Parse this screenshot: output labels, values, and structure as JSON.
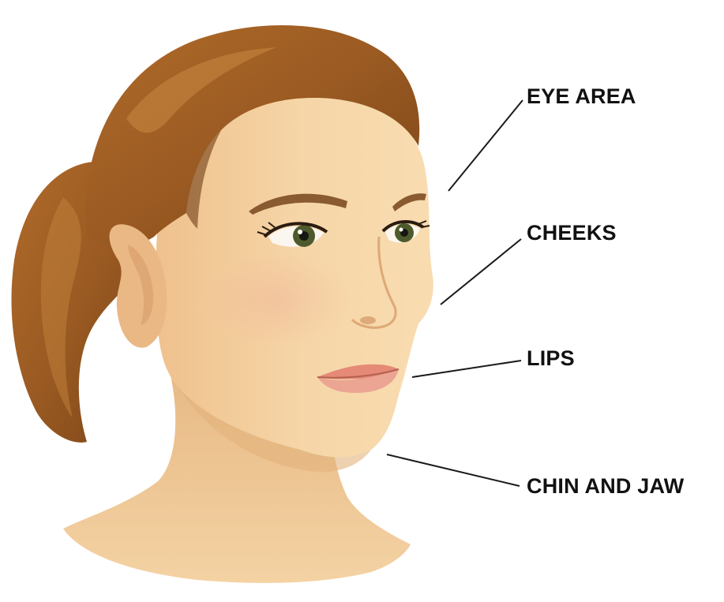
{
  "labels": {
    "eye_area": "EYE AREA",
    "cheeks": "CHEEKS",
    "lips": "LIPS",
    "chin_and_jaw": "CHIN AND JAW"
  },
  "colors": {
    "hair": "#9a5a22",
    "hair_highlight": "#c0803a",
    "hair_shadow": "#6e3c14",
    "skin": "#f5d3a4",
    "skin_shadow": "#e9bd88",
    "lips": "#e79a86",
    "iris": "#4e5a2c",
    "leader_line": "#1a1a1a",
    "label_text": "#111111"
  }
}
